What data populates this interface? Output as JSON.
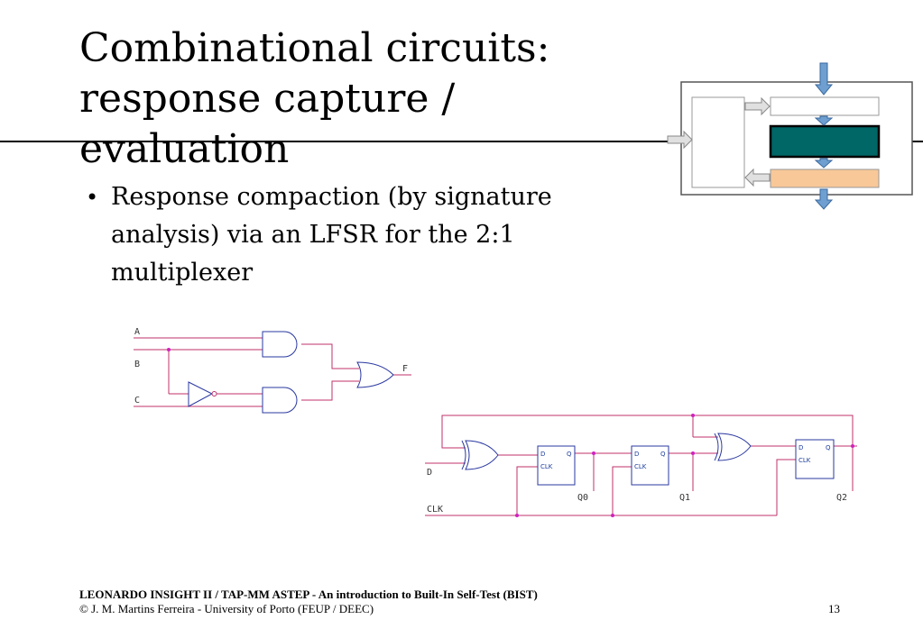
{
  "slide": {
    "title": "Combinational circuits: response capture / evaluation",
    "bullets": [
      "Response compaction (by signature analysis) via an LFSR for the 2:1 multiplexer"
    ]
  },
  "mux_circuit": {
    "inputs": {
      "a": "A",
      "b": "B",
      "c": "C"
    },
    "output": "F"
  },
  "lfsr_circuit": {
    "data_label": "D",
    "clock_label": "CLK",
    "ff_d": "D",
    "ff_q": "Q",
    "ff_clk": "CLK",
    "outputs": [
      "Q0",
      "Q1",
      "Q2"
    ]
  },
  "footer": {
    "line1": "LEONARDO INSIGHT II / TAP-MM ASTEP - An introduction to Built-In Self-Test (BIST)",
    "line2": "© J. M. Martins Ferreira - University of Porto (FEUP / DEEC)",
    "page_number": "13"
  },
  "colors": {
    "wire": "#c0306a",
    "node": "#d020c0",
    "gate": "#2a38a0",
    "accent_teal": "#006666",
    "accent_peach": "#f8c898",
    "arrow_blue": "#6f9fd0"
  }
}
